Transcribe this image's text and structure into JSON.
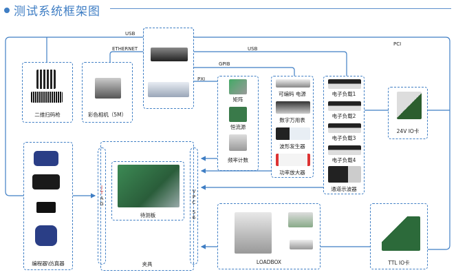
{
  "header": {
    "title": "测试系统框架图"
  },
  "links": {
    "usb_top": "USB",
    "ethernet": "ETHERNET",
    "gpib": "GPIB",
    "usb_right": "USB",
    "pxi": "PXI",
    "pci": "PCI"
  },
  "nodes": {
    "scanner": "二维扫码枪",
    "camera": "彩色相机（5M）",
    "pxi_modules": [
      "矩阵",
      "恒流源",
      "频率计数"
    ],
    "instruments": [
      "可编码 电源",
      "数字万用表",
      "波形发生器",
      "功率放大器"
    ],
    "loads": [
      "电子负载1",
      "电子负载2",
      "电子负载3",
      "电子负载4",
      "通道示波器"
    ],
    "io24": "24V IO卡",
    "programmer": "编程器\\仿真器",
    "dut": "待测板",
    "fixture": "夹具",
    "jtag": [
      "J",
      "T",
      "A",
      "G"
    ],
    "vpcs": [
      "V",
      "P",
      "C",
      "",
      "S",
      "6"
    ],
    "loadbox": "LOADBOX",
    "ttl": "TTL IO卡"
  }
}
